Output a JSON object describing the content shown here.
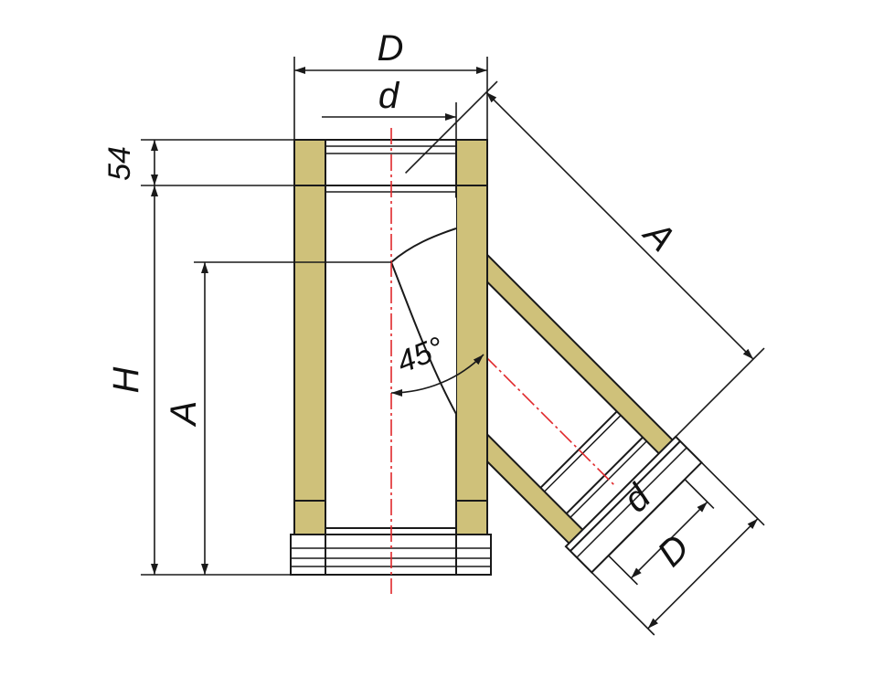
{
  "labels": {
    "outer_diameter_top": "D",
    "inner_diameter_top": "d",
    "collar_height": "54",
    "total_height": "H",
    "axis_height": "A",
    "branch_length": "A",
    "branch_angle": "45°",
    "inner_diameter_branch": "d",
    "outer_diameter_branch": "D"
  },
  "colors": {
    "insulation": "#cfc17a",
    "steel": "#ffffff",
    "outline": "#1a1a1a",
    "axis": "#e0282b",
    "background": "#ffffff"
  }
}
